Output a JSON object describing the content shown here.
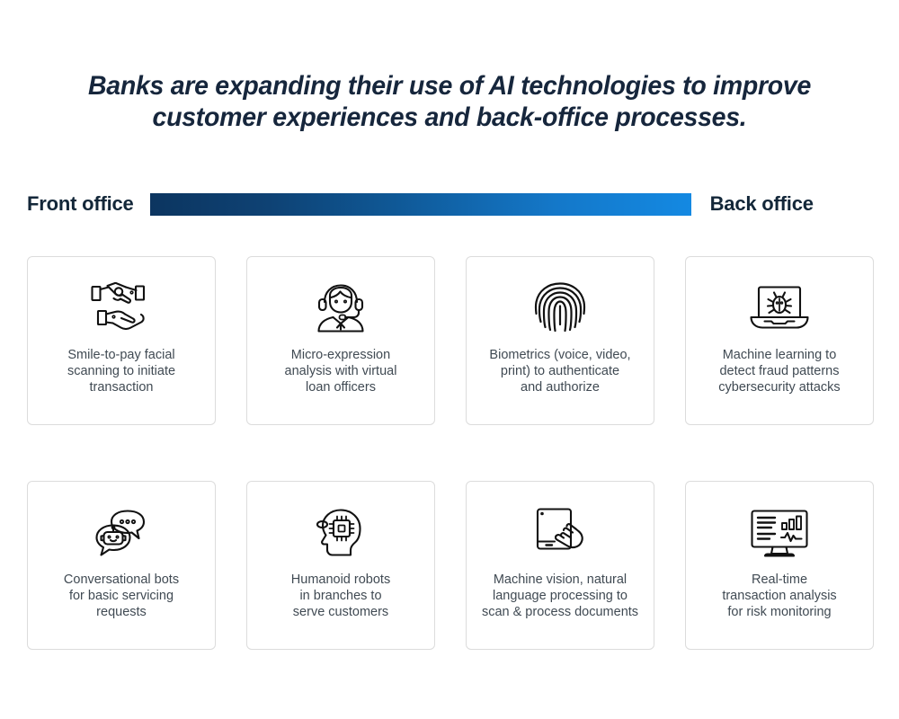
{
  "title": "Banks are expanding their use of AI technologies to improve customer experiences and back-office processes.",
  "spectrum": {
    "left_label": "Front office",
    "right_label": "Back office",
    "gradient_from": "#0c3560",
    "gradient_to": "#1489e2"
  },
  "colors": {
    "title": "#16263c",
    "label": "#132739",
    "card_text": "#404a53",
    "card_border": "#dcdcdc",
    "icon_stroke": "#111111",
    "background": "#ffffff"
  },
  "cards": [
    {
      "icon": "handshake-money-icon",
      "text": "Smile-to-pay facial\nscanning to initiate\ntransaction"
    },
    {
      "icon": "headset-agent-icon",
      "text": "Micro-expression\nanalysis with virtual\nloan officers"
    },
    {
      "icon": "fingerprint-icon",
      "text": "Biometrics (voice, video,\nprint) to authenticate\nand authorize"
    },
    {
      "icon": "laptop-bug-icon",
      "text": "Machine learning to\ndetect fraud patterns\ncybersecurity attacks"
    },
    {
      "icon": "chatbot-speech-bubble-icon",
      "text": "Conversational bots\nfor  basic servicing\nrequests"
    },
    {
      "icon": "head-cpu-chip-icon",
      "text": "Humanoid robots\nin branches to\nserve customers"
    },
    {
      "icon": "tablet-hand-touch-icon",
      "text": "Machine vision, natural\nlanguage processing to\nscan & process documents"
    },
    {
      "icon": "monitor-analytics-dashboard-icon",
      "text": "Real-time\ntransaction analysis\nfor risk monitoring"
    }
  ]
}
